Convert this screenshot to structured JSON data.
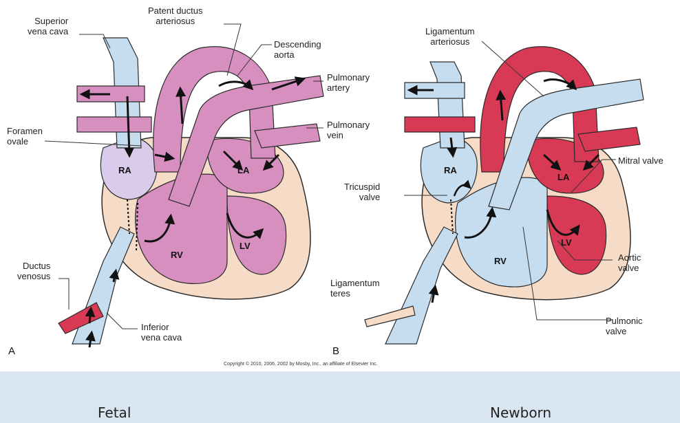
{
  "fetal_panel": {
    "letter": "A",
    "labels": {
      "superior_vena_cava": "Superior\nvena cava",
      "patent_ductus_arteriosus": "Patent ductus\narteriosus",
      "descending_aorta": "Descending\naorta",
      "pulmonary_artery": "Pulmonary\nartery",
      "pulmonary_vein": "Pulmonary\nvein",
      "foramen_ovale": "Foramen\novale",
      "ductus_venosus": "Ductus\nvenosus",
      "inferior_vena_cava": "Inferior\nvena cava"
    },
    "chambers": {
      "ra": "RA",
      "la": "LA",
      "rv": "RV",
      "lv": "LV"
    }
  },
  "newborn_panel": {
    "letter": "B",
    "labels": {
      "ligamentum_arteriosus": "Ligamentum\narteriosus",
      "mitral_valve": "Mitral valve",
      "tricuspid_valve": "Tricuspid\nvalve",
      "aortic_valve": "Aortic\nvalve",
      "ligamentum_teres": "Ligamentum\nteres",
      "pulmonic_valve": "Pulmonic\nvalve"
    },
    "chambers": {
      "ra": "RA",
      "la": "LA",
      "rv": "RV",
      "lv": "LV"
    }
  },
  "copyright": "Copyright © 2010, 2006, 2002 by Mosby, Inc., an affiliate of Elsevier Inc.",
  "captions": {
    "fetal": "Fetal",
    "newborn": "Newborn"
  },
  "colors": {
    "oxygenated": "#d83a56",
    "mixed": "#d98cb8",
    "deoxygenated": "#c6dcef",
    "myocardium": "#f6dcc6",
    "outline": "#2a2a2a"
  }
}
